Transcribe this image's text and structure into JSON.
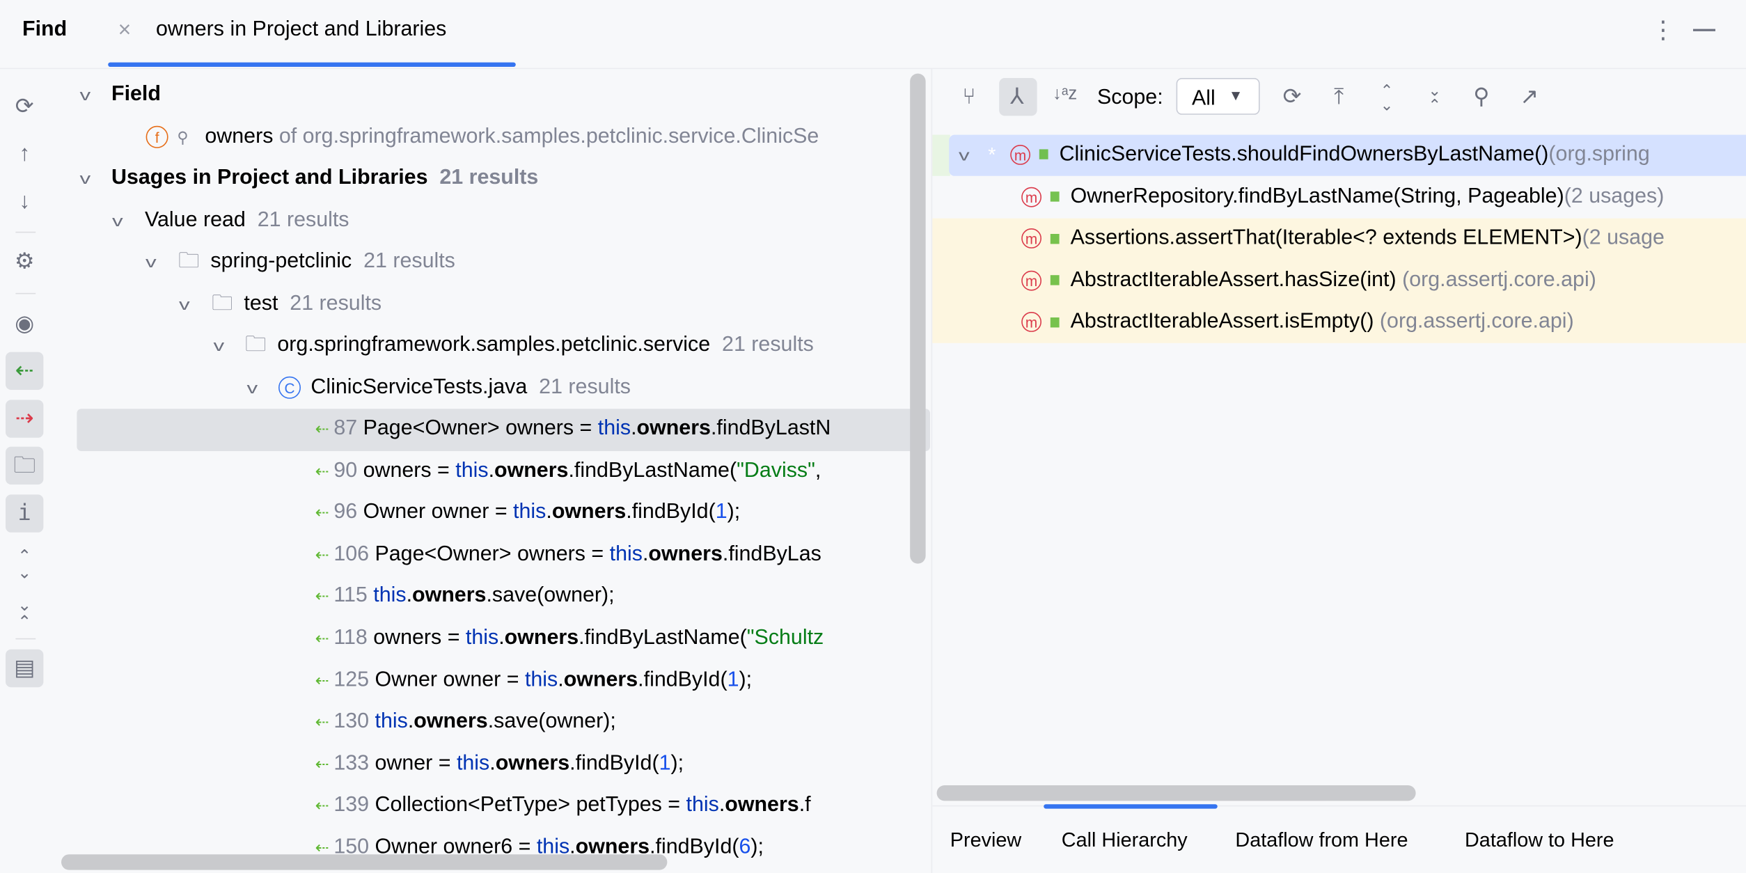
{
  "header": {
    "title": "Find",
    "tab_label": "owners in Project and Libraries",
    "close_icon": "close-icon",
    "more_icon": "more-vertical-icon",
    "minimize_icon": "minimize-icon"
  },
  "left_toolbar": [
    "rerun-icon",
    "previous-occurrence-icon",
    "next-occurrence-icon",
    "settings-icon",
    "preview-eye-icon",
    "read-access-icon",
    "write-access-icon",
    "group-by-directory-icon",
    "info-icon",
    "expand-all-icon",
    "collapse-all-icon",
    "preview-panel-icon"
  ],
  "tree": {
    "field_header": "Field",
    "field_name": "owners",
    "field_of": "of org.springframework.samples.petclinic.service.ClinicSe",
    "usages_header": "Usages in Project and Libraries",
    "usages_count": "21 results",
    "value_read": "Value read",
    "value_read_count": "21 results",
    "module": "spring-petclinic",
    "module_count": "21 results",
    "folder": "test",
    "folder_count": "21 results",
    "package": "org.springframework.samples.petclinic.service",
    "package_count": "21 results",
    "file": "ClinicServiceTests.java",
    "file_count": "21 results",
    "lines": [
      {
        "ln": "87",
        "seg": [
          [
            "Page<Owner> owners = ",
            ""
          ],
          [
            "this",
            "kw"
          ],
          [
            ".",
            ""
          ],
          [
            "owners",
            "b"
          ],
          [
            ".findByLastN",
            ""
          ]
        ]
      },
      {
        "ln": "90",
        "seg": [
          [
            "owners = ",
            ""
          ],
          [
            "this",
            "kw"
          ],
          [
            ".",
            ""
          ],
          [
            "owners",
            "b"
          ],
          [
            ".findByLastName(",
            ""
          ],
          [
            "\"Daviss\"",
            "str"
          ],
          [
            ", ",
            ""
          ]
        ]
      },
      {
        "ln": "96",
        "seg": [
          [
            "Owner owner = ",
            ""
          ],
          [
            "this",
            "kw"
          ],
          [
            ".",
            ""
          ],
          [
            "owners",
            "b"
          ],
          [
            ".findById(",
            ""
          ],
          [
            "1",
            "num"
          ],
          [
            ");",
            ""
          ]
        ]
      },
      {
        "ln": "106",
        "seg": [
          [
            "Page<Owner> owners = ",
            ""
          ],
          [
            "this",
            "kw"
          ],
          [
            ".",
            ""
          ],
          [
            "owners",
            "b"
          ],
          [
            ".findByLas",
            ""
          ]
        ]
      },
      {
        "ln": "115",
        "seg": [
          [
            "this",
            "kw"
          ],
          [
            ".",
            ""
          ],
          [
            "owners",
            "b"
          ],
          [
            ".save(owner);",
            ""
          ]
        ]
      },
      {
        "ln": "118",
        "seg": [
          [
            "owners = ",
            ""
          ],
          [
            "this",
            "kw"
          ],
          [
            ".",
            ""
          ],
          [
            "owners",
            "b"
          ],
          [
            ".findByLastName(",
            ""
          ],
          [
            "\"Schultz",
            "str"
          ]
        ]
      },
      {
        "ln": "125",
        "seg": [
          [
            "Owner owner = ",
            ""
          ],
          [
            "this",
            "kw"
          ],
          [
            ".",
            ""
          ],
          [
            "owners",
            "b"
          ],
          [
            ".findById(",
            ""
          ],
          [
            "1",
            "num"
          ],
          [
            ");",
            ""
          ]
        ]
      },
      {
        "ln": "130",
        "seg": [
          [
            "this",
            "kw"
          ],
          [
            ".",
            ""
          ],
          [
            "owners",
            "b"
          ],
          [
            ".save(owner);",
            ""
          ]
        ]
      },
      {
        "ln": "133",
        "seg": [
          [
            "owner = ",
            ""
          ],
          [
            "this",
            "kw"
          ],
          [
            ".",
            ""
          ],
          [
            "owners",
            "b"
          ],
          [
            ".findById(",
            ""
          ],
          [
            "1",
            "num"
          ],
          [
            ");",
            ""
          ]
        ]
      },
      {
        "ln": "139",
        "seg": [
          [
            "Collection<PetType> petTypes = ",
            ""
          ],
          [
            "this",
            "kw"
          ],
          [
            ".",
            ""
          ],
          [
            "owners",
            "b"
          ],
          [
            ".f",
            ""
          ]
        ]
      },
      {
        "ln": "150",
        "seg": [
          [
            "Owner owner6 = ",
            ""
          ],
          [
            "this",
            "kw"
          ],
          [
            ".",
            ""
          ],
          [
            "owners",
            "b"
          ],
          [
            ".findById(",
            ""
          ],
          [
            "6",
            "num"
          ],
          [
            ");",
            ""
          ]
        ]
      }
    ]
  },
  "right": {
    "toolbar": {
      "scope_label": "Scope:",
      "scope_value": "All",
      "icons": [
        "caller-hierarchy-icon",
        "callee-hierarchy-icon",
        "sort-alpha-icon",
        "refresh-icon",
        "scroll-to-top-icon",
        "expand-all-icon",
        "collapse-all-icon",
        "pin-icon",
        "open-in-new-icon"
      ]
    },
    "items": [
      {
        "name": "ClinicServiceTests.shouldFindOwnersByLastName()",
        "extra": "(org.spring"
      },
      {
        "name": "OwnerRepository.findByLastName(String, Pageable)",
        "extra": "(2 usages)"
      },
      {
        "name": "Assertions.assertThat(Iterable<? extends ELEMENT>)",
        "extra": "(2 usage"
      },
      {
        "name": "AbstractIterableAssert.hasSize(int)",
        "extra": " (org.assertj.core.api)"
      },
      {
        "name": "AbstractIterableAssert.isEmpty()",
        "extra": " (org.assertj.core.api)"
      }
    ],
    "bottom_tabs": [
      "Preview",
      "Call Hierarchy",
      "Dataflow from Here",
      "Dataflow to Here"
    ],
    "selected_tab": "Call Hierarchy"
  },
  "colors": {
    "accent": "#3574f0",
    "selection": "#d5e1ff",
    "highlight": "#fdf6e0",
    "keyword": "#0033b3",
    "string": "#067d17",
    "number": "#1750eb"
  }
}
